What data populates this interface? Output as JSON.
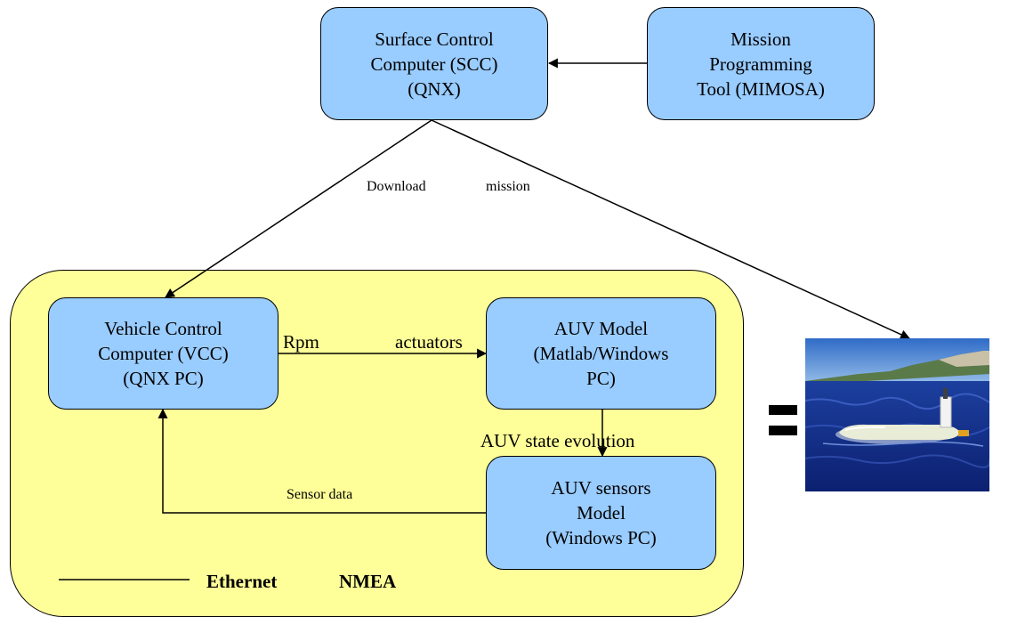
{
  "boxes": {
    "scc": "Surface Control\nComputer (SCC)\n(QNX)",
    "mimosa": "Mission\nProgramming\nTool (MIMOSA)",
    "vcc": "Vehicle Control\nComputer (VCC)\n(QNX PC)",
    "auv_model": "AUV Model\n(Matlab/Windows\nPC)",
    "auv_sensors": "AUV sensors\nModel\n(Windows PC)"
  },
  "labels": {
    "download": "Download",
    "mission": "mission",
    "rpm": "Rpm",
    "actuators": "actuators",
    "state_evolution": "AUV state evolution",
    "sensor_data": "Sensor data"
  },
  "legend": {
    "ethernet": "Ethernet",
    "nmea": "NMEA"
  },
  "colors": {
    "box_fill": "#99ccff",
    "panel_fill": "#ffff99"
  }
}
